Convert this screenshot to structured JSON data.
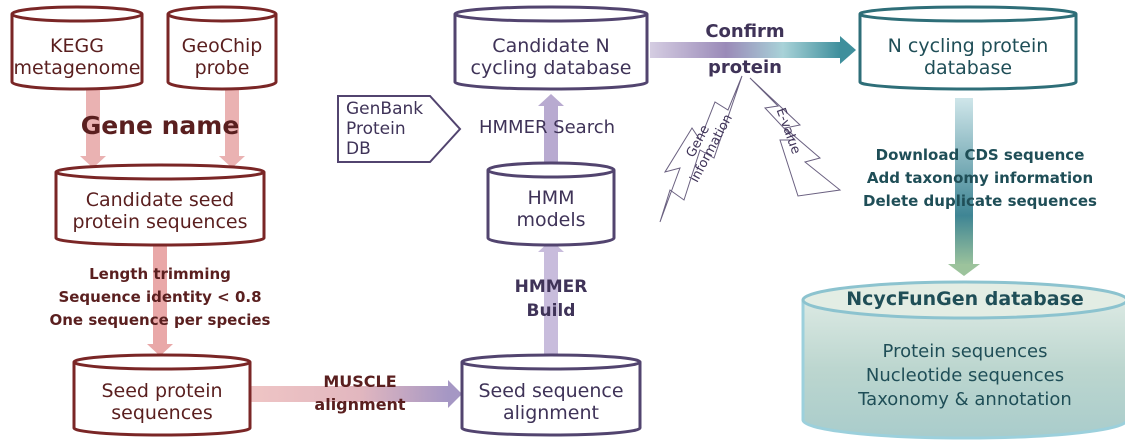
{
  "colors": {
    "red_stroke": "#7a2626",
    "red_arrow": "#e8a3a3",
    "purple_stroke": "#52446f",
    "purple_arrow": "#b3a4cc",
    "teal_stroke": "#2e6e78",
    "teal_arrow": "#4a98a4",
    "final_fill": "#bcd6d0"
  },
  "nodes": {
    "kegg": [
      "KEGG",
      "metagenome"
    ],
    "geochip": [
      "GeoChip",
      "probe"
    ],
    "candidate_seed": [
      "Candidate seed",
      "protein sequences"
    ],
    "seed_protein": [
      "Seed protein",
      "sequences"
    ],
    "seed_alignment": [
      "Seed sequence",
      "alignment"
    ],
    "hmm_models": [
      "HMM",
      "models"
    ],
    "candidate_n": [
      "Candidate N",
      "cycling database"
    ],
    "genbank": [
      "GenBank",
      "Protein",
      "DB"
    ],
    "n_cycling": [
      "N cycling protein",
      "database"
    ],
    "final_db": {
      "title": "NcycFunGen database",
      "items": [
        "Protein sequences",
        "Nucleotide sequences",
        "Taxonomy & annotation"
      ]
    }
  },
  "edges": {
    "gene_name": "Gene name",
    "filter_steps": [
      "Length trimming",
      "Sequence identity < 0.8",
      "One sequence per species"
    ],
    "muscle": [
      "MUSCLE",
      "alignment"
    ],
    "hmmer_build": [
      "HMMER",
      "Build"
    ],
    "hmmer_search": "HMMER Search",
    "confirm": [
      "Confirm",
      "protein"
    ],
    "callout_gene": [
      "Gene",
      "information"
    ],
    "callout_evalue": "E-value",
    "post_steps": [
      "Download CDS sequence",
      "Add taxonomy information",
      "Delete duplicate sequences"
    ]
  }
}
